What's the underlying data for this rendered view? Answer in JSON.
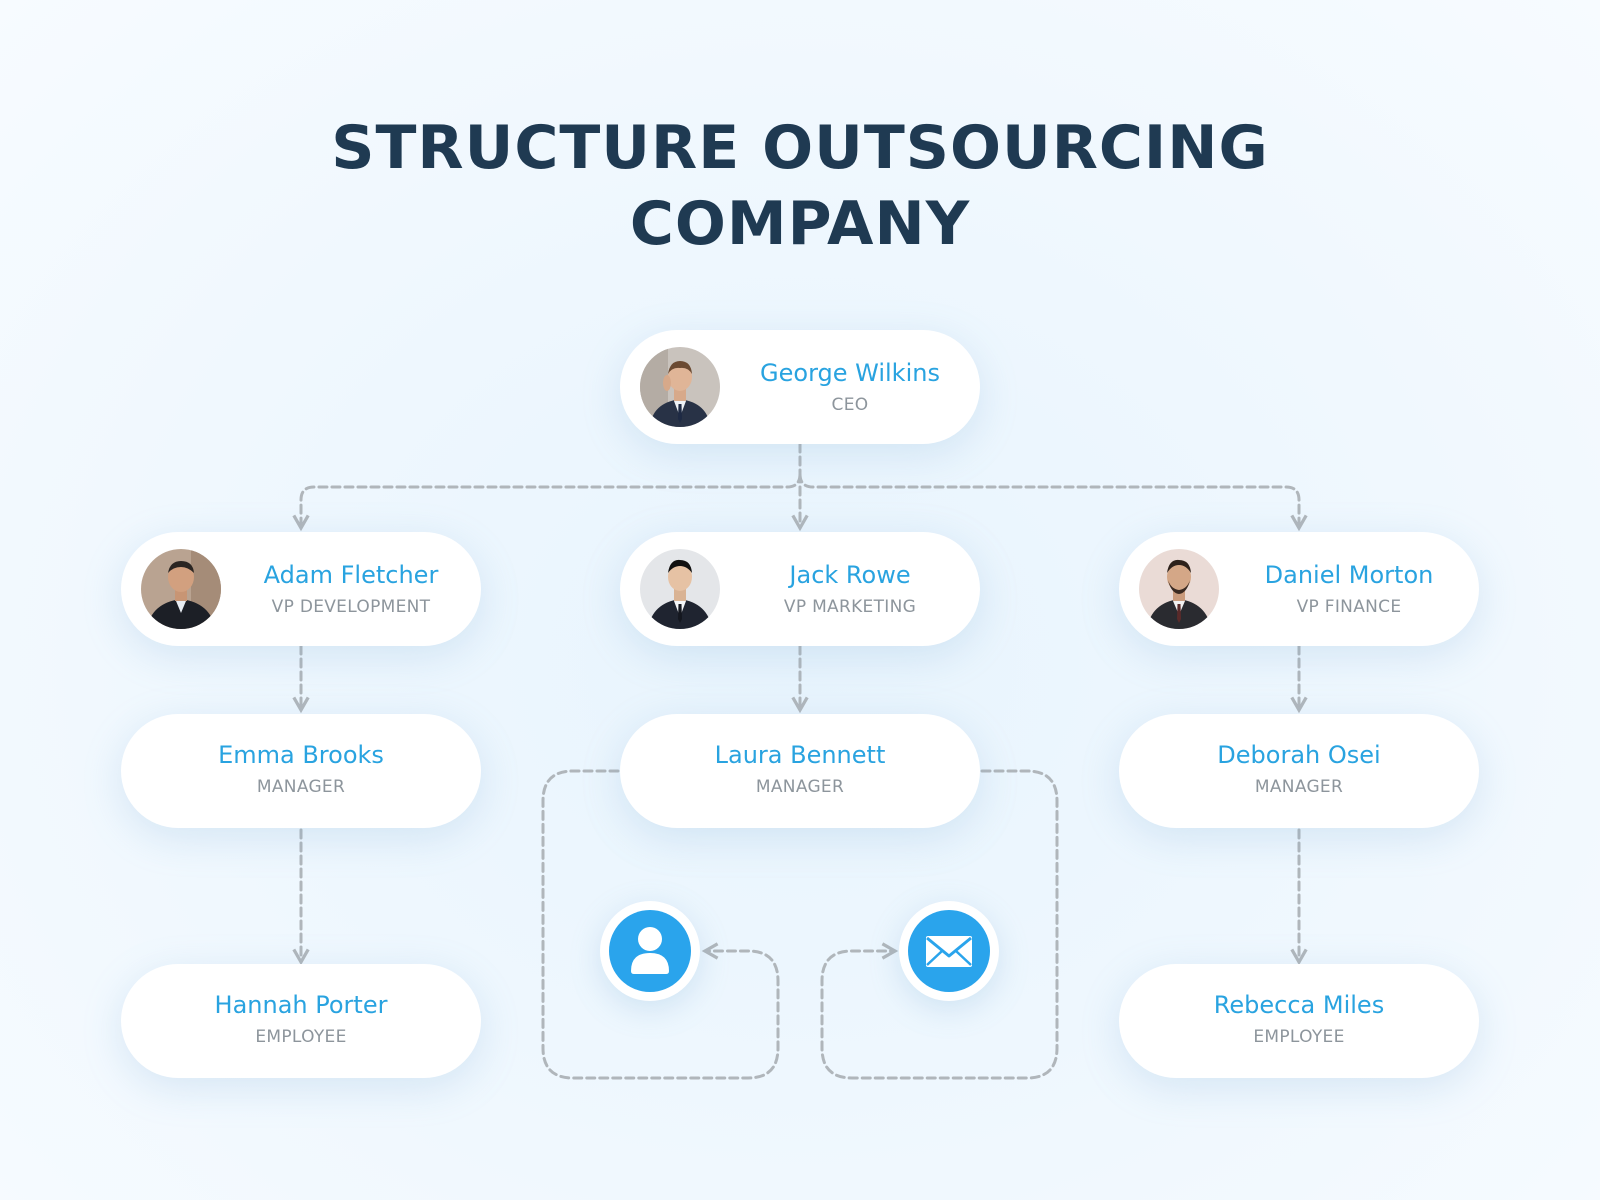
{
  "title": {
    "line1": "STRUCTURE OUTSOURCING",
    "line2": "COMPANY"
  },
  "colors": {
    "name": "#29a3e0",
    "role": "#8d959c",
    "title": "#1f3a52",
    "icon_bg": "#2aa4ec",
    "connector": "#b0b6bb"
  },
  "ceo": {
    "name": "George Wilkins",
    "role": "CEO"
  },
  "vps": [
    {
      "name": "Adam Fletcher",
      "role": "VP DEVELOPMENT"
    },
    {
      "name": "Jack Rowe",
      "role": "VP MARKETING"
    },
    {
      "name": "Daniel Morton",
      "role": "VP FINANCE"
    }
  ],
  "managers": [
    {
      "name": "Emma Brooks",
      "role": "MANAGER"
    },
    {
      "name": "Laura Bennett",
      "role": "MANAGER"
    },
    {
      "name": "Deborah Osei",
      "role": "MANAGER"
    }
  ],
  "employees": [
    {
      "name": "Hannah Porter",
      "role": "EMPLOYEE"
    },
    {
      "name": "Rebecca Miles",
      "role": "EMPLOYEE"
    }
  ],
  "icons": {
    "left": "user-icon",
    "right": "mail-icon"
  }
}
